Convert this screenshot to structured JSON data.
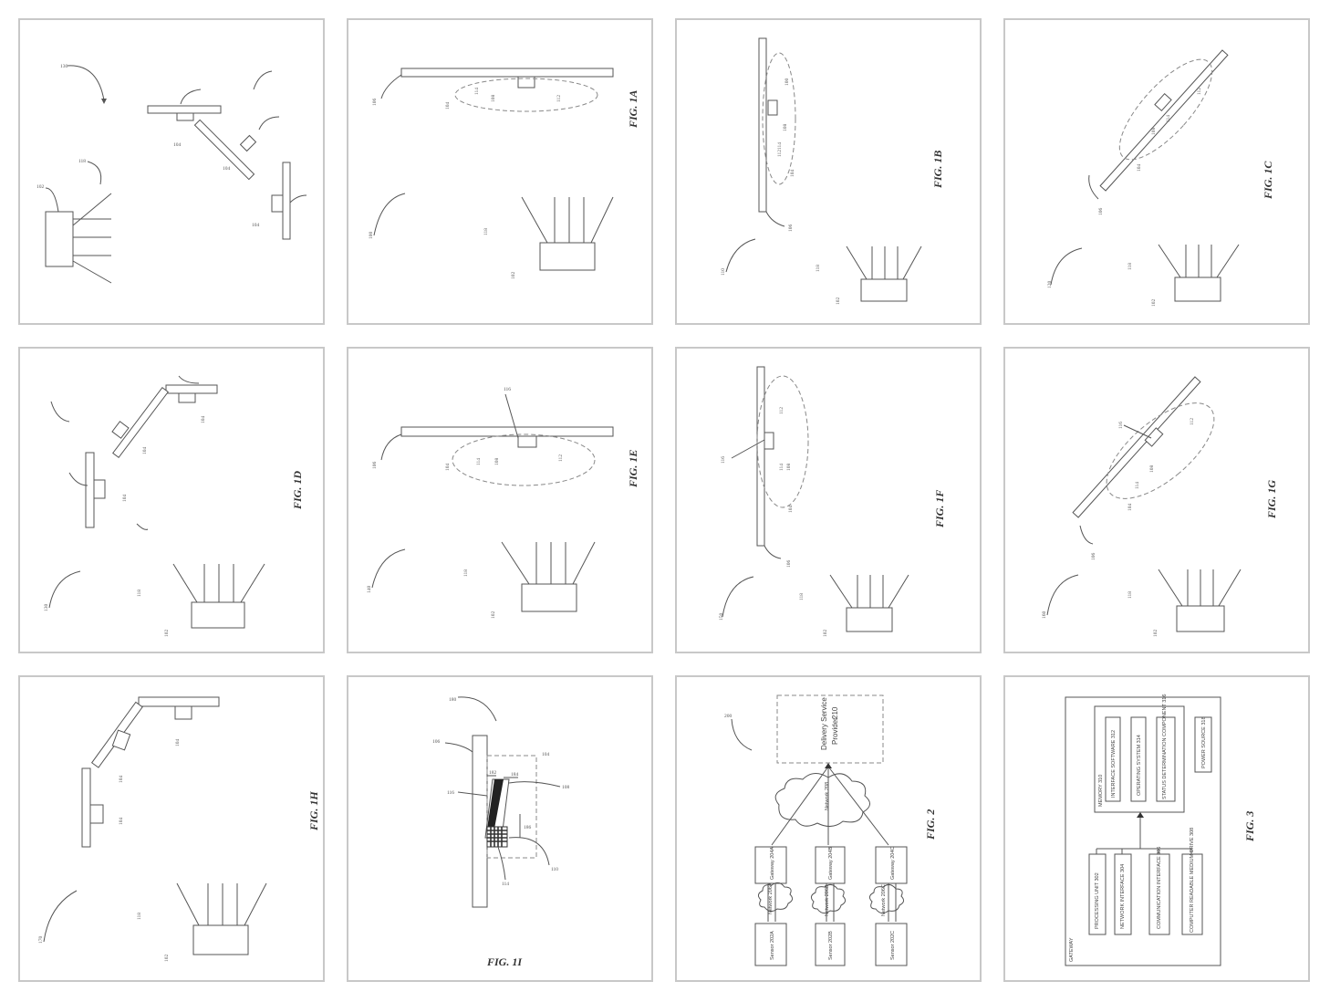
{
  "panels": [
    {
      "id": "fig-130",
      "labels": {
        "ref_main": "130",
        "ref_118": "118",
        "ref_102": "102",
        "ref_104a": "104",
        "ref_104b": "104",
        "ref_104c": "104"
      }
    },
    {
      "id": "fig-1a",
      "labels": {
        "fig": "FIG. 1A",
        "ref_100": "100",
        "ref_106": "106",
        "ref_104": "104",
        "ref_114": "114",
        "ref_108": "108",
        "ref_112": "112",
        "ref_118": "118",
        "ref_102": "102"
      }
    },
    {
      "id": "fig-1b",
      "labels": {
        "fig": "FIG. 1B",
        "ref_110": "110",
        "ref_106": "106",
        "ref_104": "104",
        "ref_112": "112",
        "ref_114": "114",
        "ref_108": "108",
        "ref_100": "100",
        "ref_118": "118",
        "ref_102": "102"
      }
    },
    {
      "id": "fig-1c",
      "labels": {
        "fig": "FIG. 1C",
        "ref_120": "120",
        "ref_106": "106",
        "ref_104": "104",
        "ref_114": "114",
        "ref_108": "108",
        "ref_112": "112",
        "ref_118": "118",
        "ref_102": "102"
      }
    },
    {
      "id": "fig-1d",
      "labels": {
        "fig": "FIG. 1D",
        "ref_130": "130",
        "ref_104a": "104",
        "ref_104b": "104",
        "ref_104c": "104",
        "ref_118": "118",
        "ref_102": "102"
      }
    },
    {
      "id": "fig-1e",
      "labels": {
        "fig": "FIG. 1E",
        "ref_140": "140",
        "ref_106": "106",
        "ref_104": "104",
        "ref_114": "114",
        "ref_108": "108",
        "ref_112": "112",
        "ref_116": "116",
        "ref_118": "118",
        "ref_102": "102"
      }
    },
    {
      "id": "fig-1f",
      "labels": {
        "fig": "FIG. 1F",
        "ref_150": "150",
        "ref_106": "106",
        "ref_104": "104",
        "ref_116": "116",
        "ref_112": "112",
        "ref_114": "114",
        "ref_108": "108",
        "ref_118": "118",
        "ref_102": "102"
      }
    },
    {
      "id": "fig-1g",
      "labels": {
        "fig": "FIG. 1G",
        "ref_160": "160",
        "ref_106": "106",
        "ref_104": "104",
        "ref_114": "114",
        "ref_108": "108",
        "ref_112": "112",
        "ref_116": "116",
        "ref_118": "118",
        "ref_102": "102"
      }
    },
    {
      "id": "fig-1h",
      "labels": {
        "fig": "FIG. 1H",
        "ref_170": "170",
        "ref_104a": "104",
        "ref_104b": "104",
        "ref_104c": "104",
        "ref_118": "118",
        "ref_102": "102"
      }
    },
    {
      "id": "fig-1i",
      "labels": {
        "fig": "FIG. 1I",
        "ref_180": "180",
        "ref_106": "106",
        "ref_116": "116",
        "ref_182": "182",
        "ref_184": "184",
        "ref_108": "108",
        "ref_186": "186",
        "ref_110": "110",
        "ref_114": "114",
        "ref_104": "104"
      }
    },
    {
      "id": "fig-2",
      "labels": {
        "fig": "FIG. 2",
        "ref_200": "200",
        "provider_name": "Delivery Service",
        "provider_line2": "Provider",
        "provider_ref": "210",
        "network": "Network",
        "network_ref": "208",
        "gateway_a": "Gateway 204A",
        "gateway_b": "Gateway 204B",
        "gateway_c": "Gateway 204C",
        "net_a": "Network 206A",
        "net_b": "Network 206B",
        "net_c": "Network 206C",
        "sensor_a": "Sensor 202A",
        "sensor_b": "Sensor 202B",
        "sensor_c": "Sensor 202C"
      }
    },
    {
      "id": "fig-3",
      "labels": {
        "fig": "FIG. 3",
        "gateway": "GATEWAY",
        "memory": "MEMORY 310",
        "interface_sw": "INTERFACE SOFTWARE 312",
        "os": "OPERATING SYSTEM 314",
        "status": "STATUS DETERMINATION COMPONENT 316",
        "power": "POWER SOURCE 318",
        "proc": "PROCESSING UNIT 302",
        "netif": "NETWORK INTERFACE 304",
        "comm": "COMMUNICATION INTERFACE 306",
        "crm": "COMPUTER READABLE MEDIUM DRIVE 308"
      }
    }
  ]
}
